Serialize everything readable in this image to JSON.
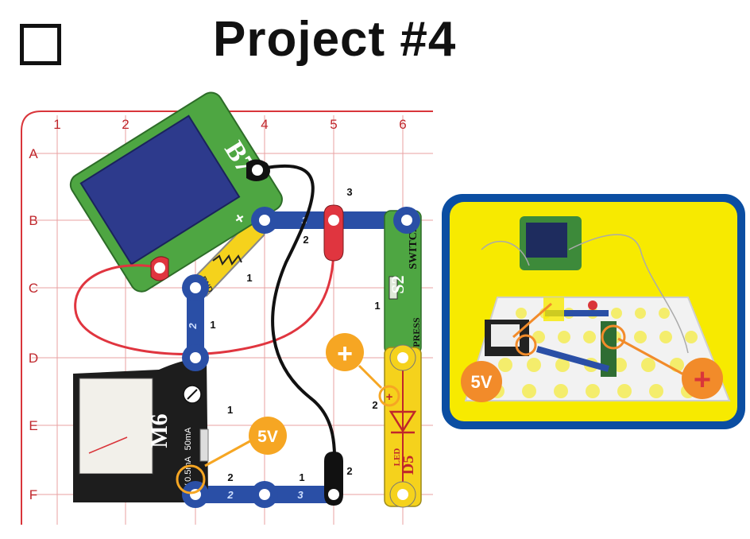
{
  "header": {
    "title": "Project #4"
  },
  "grid": {
    "columns": [
      "1",
      "2",
      "3",
      "4",
      "5",
      "6"
    ],
    "rows": [
      "A",
      "B",
      "C",
      "D",
      "E",
      "F"
    ]
  },
  "parts": {
    "solar_cell": {
      "code": "B7",
      "plus": "+"
    },
    "resistor_label": "RND",
    "switch": {
      "code": "S2",
      "name": "SWITCH",
      "action": "PRESS"
    },
    "meter": {
      "code": "M6",
      "scale_high": "50mA",
      "scale_mid": "0.5mA",
      "scale_low": "5V"
    },
    "led": {
      "code": "D5",
      "name": "LED"
    }
  },
  "wire_levels": [
    "3",
    "2",
    "1",
    "1",
    "2",
    "1",
    "2",
    "2",
    "1",
    "2"
  ],
  "snap_numbers": [
    "3",
    "2",
    "2",
    "3"
  ],
  "callouts": {
    "voltage": "5V",
    "positive": "+"
  },
  "photo_callouts": {
    "voltage": "5V",
    "positive": "+"
  },
  "colors": {
    "grid_red": "#d9353a",
    "snap_blue": "#2a4fa6",
    "switch_green": "#4ea642",
    "led_yellow": "#f5d21c",
    "callout_orange": "#f6a623",
    "photo_border": "#0b4ea2",
    "photo_bg": "#f7ea00",
    "photo_callout": "#f28b2a"
  },
  "icons": [
    "checkbox-icon",
    "meter-arrow-icon",
    "led-diode-icon"
  ]
}
